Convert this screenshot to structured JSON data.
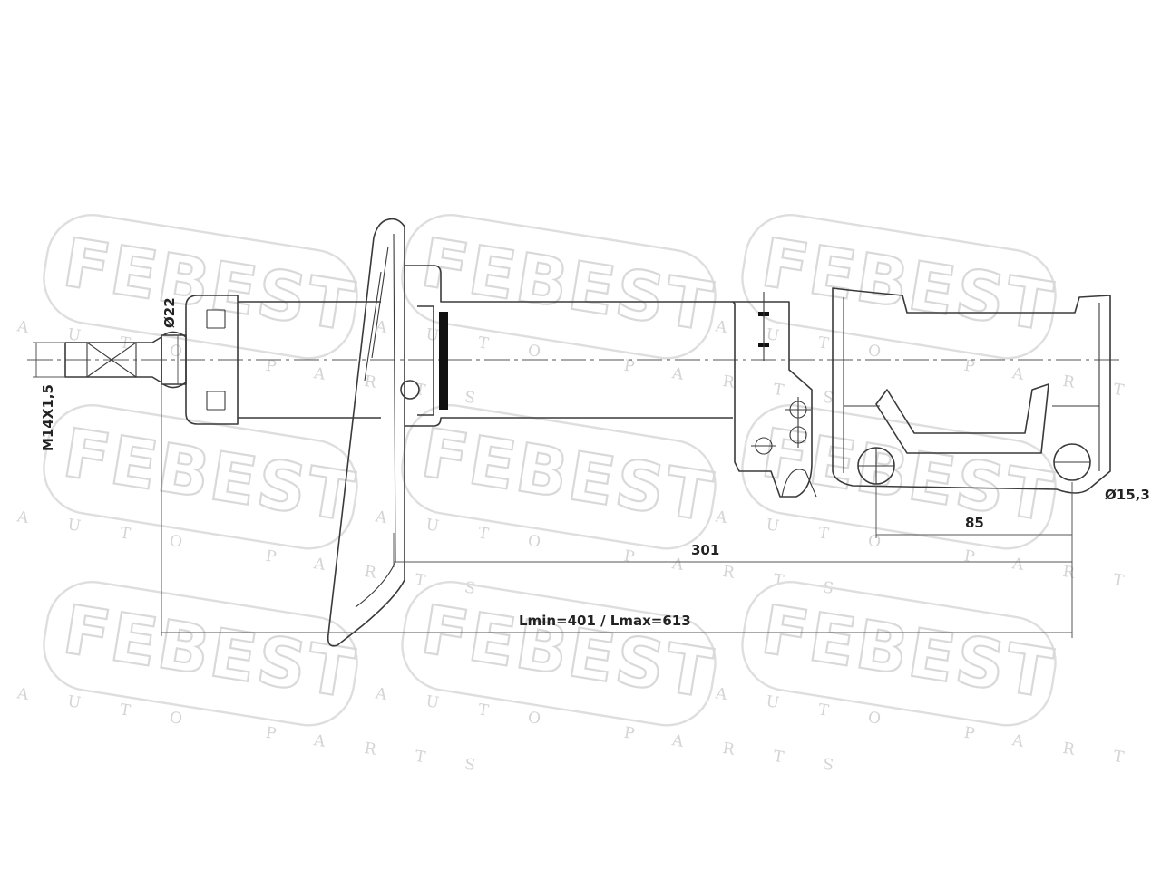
{
  "watermark": {
    "brand": "FEBEST",
    "tagline": "AUTO PARTS"
  },
  "dimensions": {
    "thread": "M14X1,5",
    "rod_diameter": "Ø22",
    "eye_diameter": "Ø15,3",
    "hole_spacing": "85",
    "mount_length": "301",
    "length_range": "Lmin=401 / Lmax=613"
  }
}
